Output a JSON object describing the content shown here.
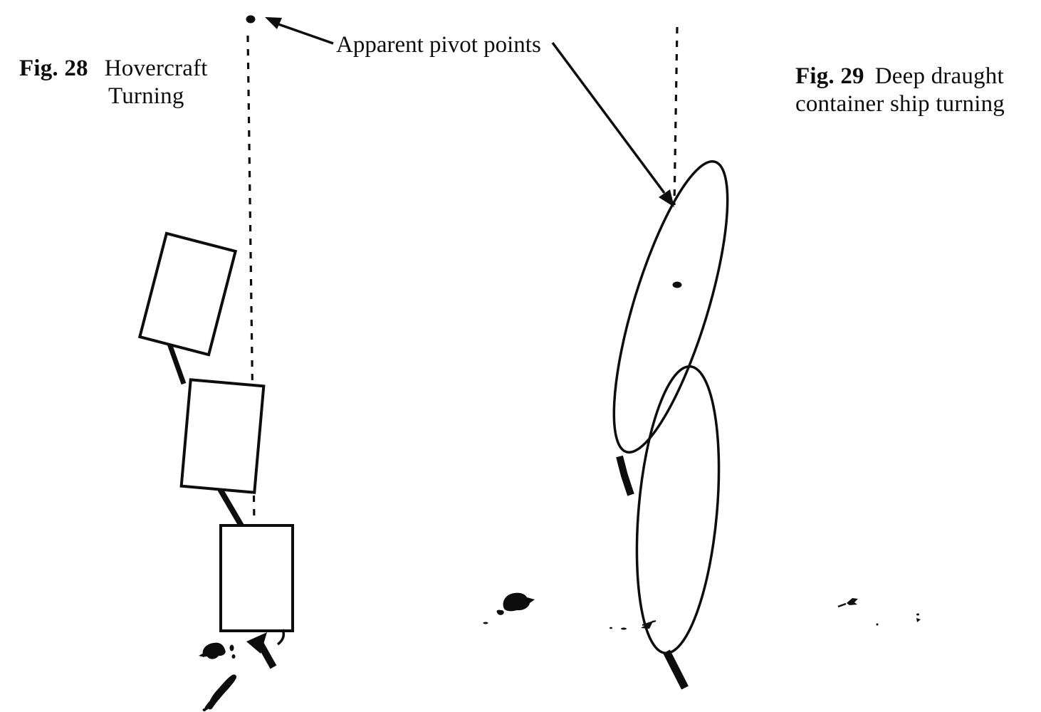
{
  "page": {
    "paper_color": "#ffffff",
    "ink_color": "#0d0d0d"
  },
  "captions": {
    "fig28": {
      "label": "Fig. 28",
      "title_line1": "Hovercraft",
      "title_line2": "Turning"
    },
    "fig29": {
      "label": "Fig. 29",
      "title_line1": "Deep draught",
      "title_line2": "container ship turning"
    }
  },
  "annotation": {
    "pivot_label": "Apparent pivot points"
  }
}
